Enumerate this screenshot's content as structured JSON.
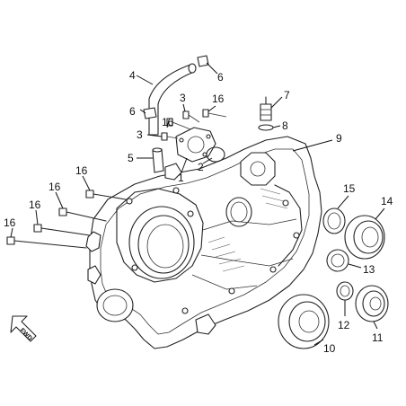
{
  "colors": {
    "line": "#222222",
    "background": "#ffffff",
    "label": "#111111"
  },
  "direction_marker": {
    "text": "FWD",
    "icon": "arrow-up-left-icon"
  },
  "callouts": [
    {
      "id": "c4",
      "number": "4"
    },
    {
      "id": "c6a",
      "number": "6"
    },
    {
      "id": "c6b",
      "number": "6"
    },
    {
      "id": "c16a",
      "number": "16"
    },
    {
      "id": "c3a",
      "number": "3"
    },
    {
      "id": "c16b",
      "number": "16"
    },
    {
      "id": "c7",
      "number": "7"
    },
    {
      "id": "c8",
      "number": "8"
    },
    {
      "id": "c3b",
      "number": "3"
    },
    {
      "id": "c9",
      "number": "9"
    },
    {
      "id": "c5",
      "number": "5"
    },
    {
      "id": "c1",
      "number": "1"
    },
    {
      "id": "c2",
      "number": "2"
    },
    {
      "id": "c16c",
      "number": "16"
    },
    {
      "id": "c15",
      "number": "15"
    },
    {
      "id": "c14",
      "number": "14"
    },
    {
      "id": "c16d",
      "number": "16"
    },
    {
      "id": "c16e",
      "number": "16"
    },
    {
      "id": "c16f",
      "number": "16"
    },
    {
      "id": "c13",
      "number": "13"
    },
    {
      "id": "c12",
      "number": "12"
    },
    {
      "id": "c11",
      "number": "11"
    },
    {
      "id": "c10",
      "number": "10"
    }
  ]
}
